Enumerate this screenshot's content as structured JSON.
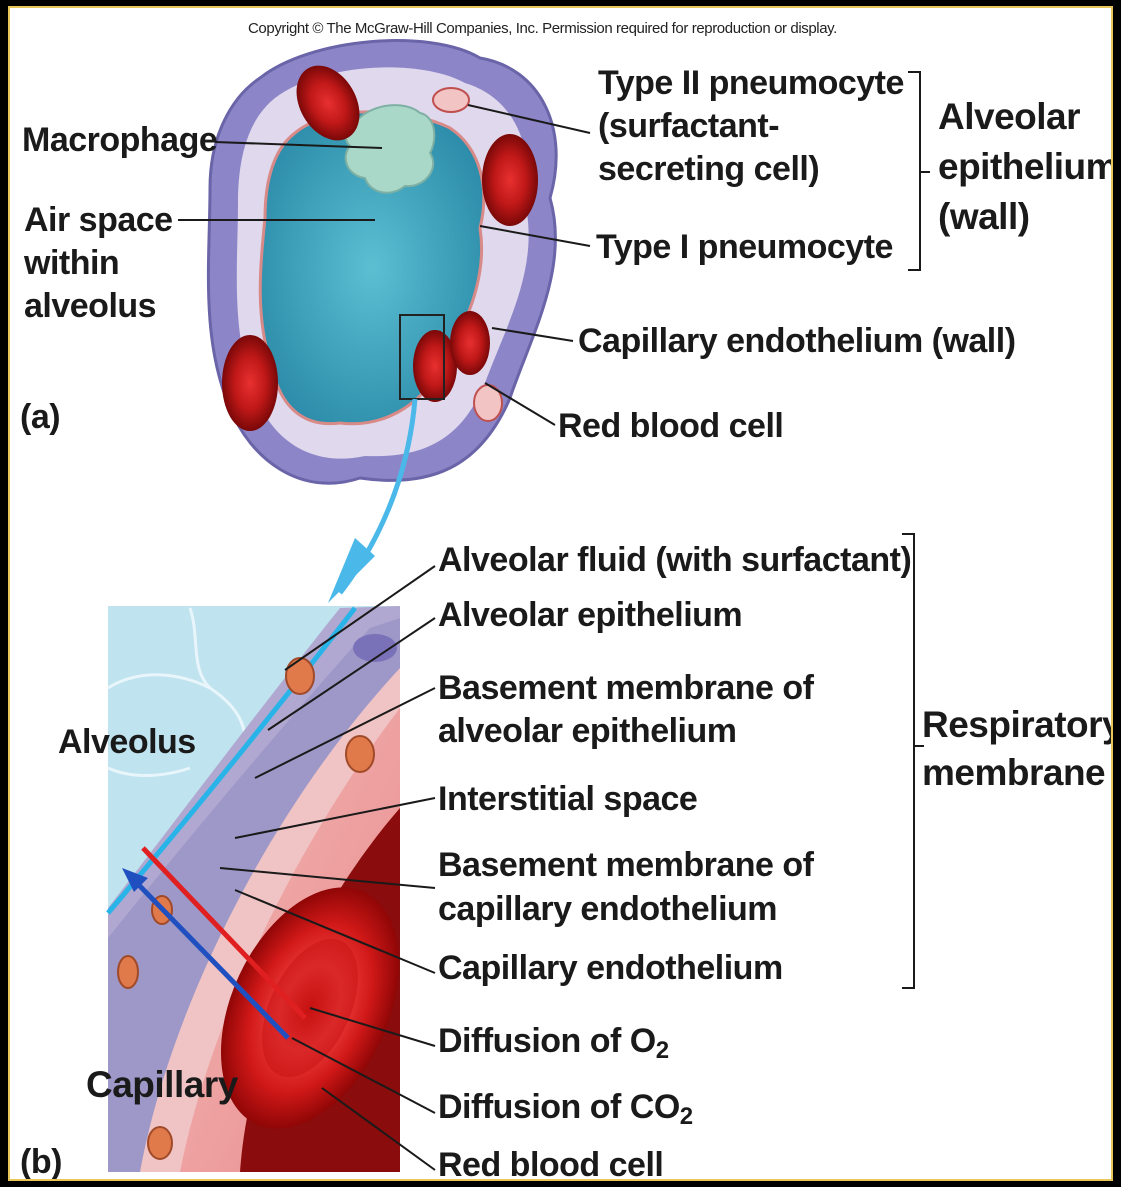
{
  "copyright": "Copyright © The McGraw-Hill Companies, Inc. Permission required for reproduction or display.",
  "panel_a": {
    "letter": "(a)",
    "labels": {
      "macrophage": "Macrophage",
      "air_space": [
        "Air space",
        "within",
        "alveolus"
      ],
      "type2": [
        "Type II pneumocyte",
        "(surfactant-",
        "secreting cell)"
      ],
      "type1": "Type I pneumocyte",
      "cap_endo_wall": "Capillary endothelium (wall)",
      "rbc": "Red blood cell",
      "alveolar_epithelium_group": [
        "Alveolar",
        "epithelium",
        "(wall)"
      ]
    }
  },
  "panel_b": {
    "letter": "(b)",
    "labels": {
      "alveolus": "Alveolus",
      "capillary": "Capillary",
      "fluid": "Alveolar fluid (with surfactant)",
      "epithelium": "Alveolar epithelium",
      "bm_epi": [
        "Basement membrane of",
        "alveolar epithelium"
      ],
      "interstitial": "Interstitial space",
      "bm_cap": [
        "Basement membrane of",
        "capillary endothelium"
      ],
      "cap_endo": "Capillary endothelium",
      "o2": {
        "text": "Diffusion of O",
        "sub": "2"
      },
      "co2": {
        "text": "Diffusion of CO",
        "sub": "2"
      },
      "rbc": "Red blood cell",
      "respiratory_group": [
        "Respiratory",
        "membrane"
      ]
    }
  },
  "colors": {
    "border": "#e8c65a",
    "air": "#3aa6c0",
    "epithelium": "#8c86c8",
    "blood": "#b01818",
    "connective": "#d8d0e8",
    "arrow_blue": "#4ab8e8",
    "o2_arrow": "#e02020",
    "co2_arrow": "#2050c0"
  }
}
